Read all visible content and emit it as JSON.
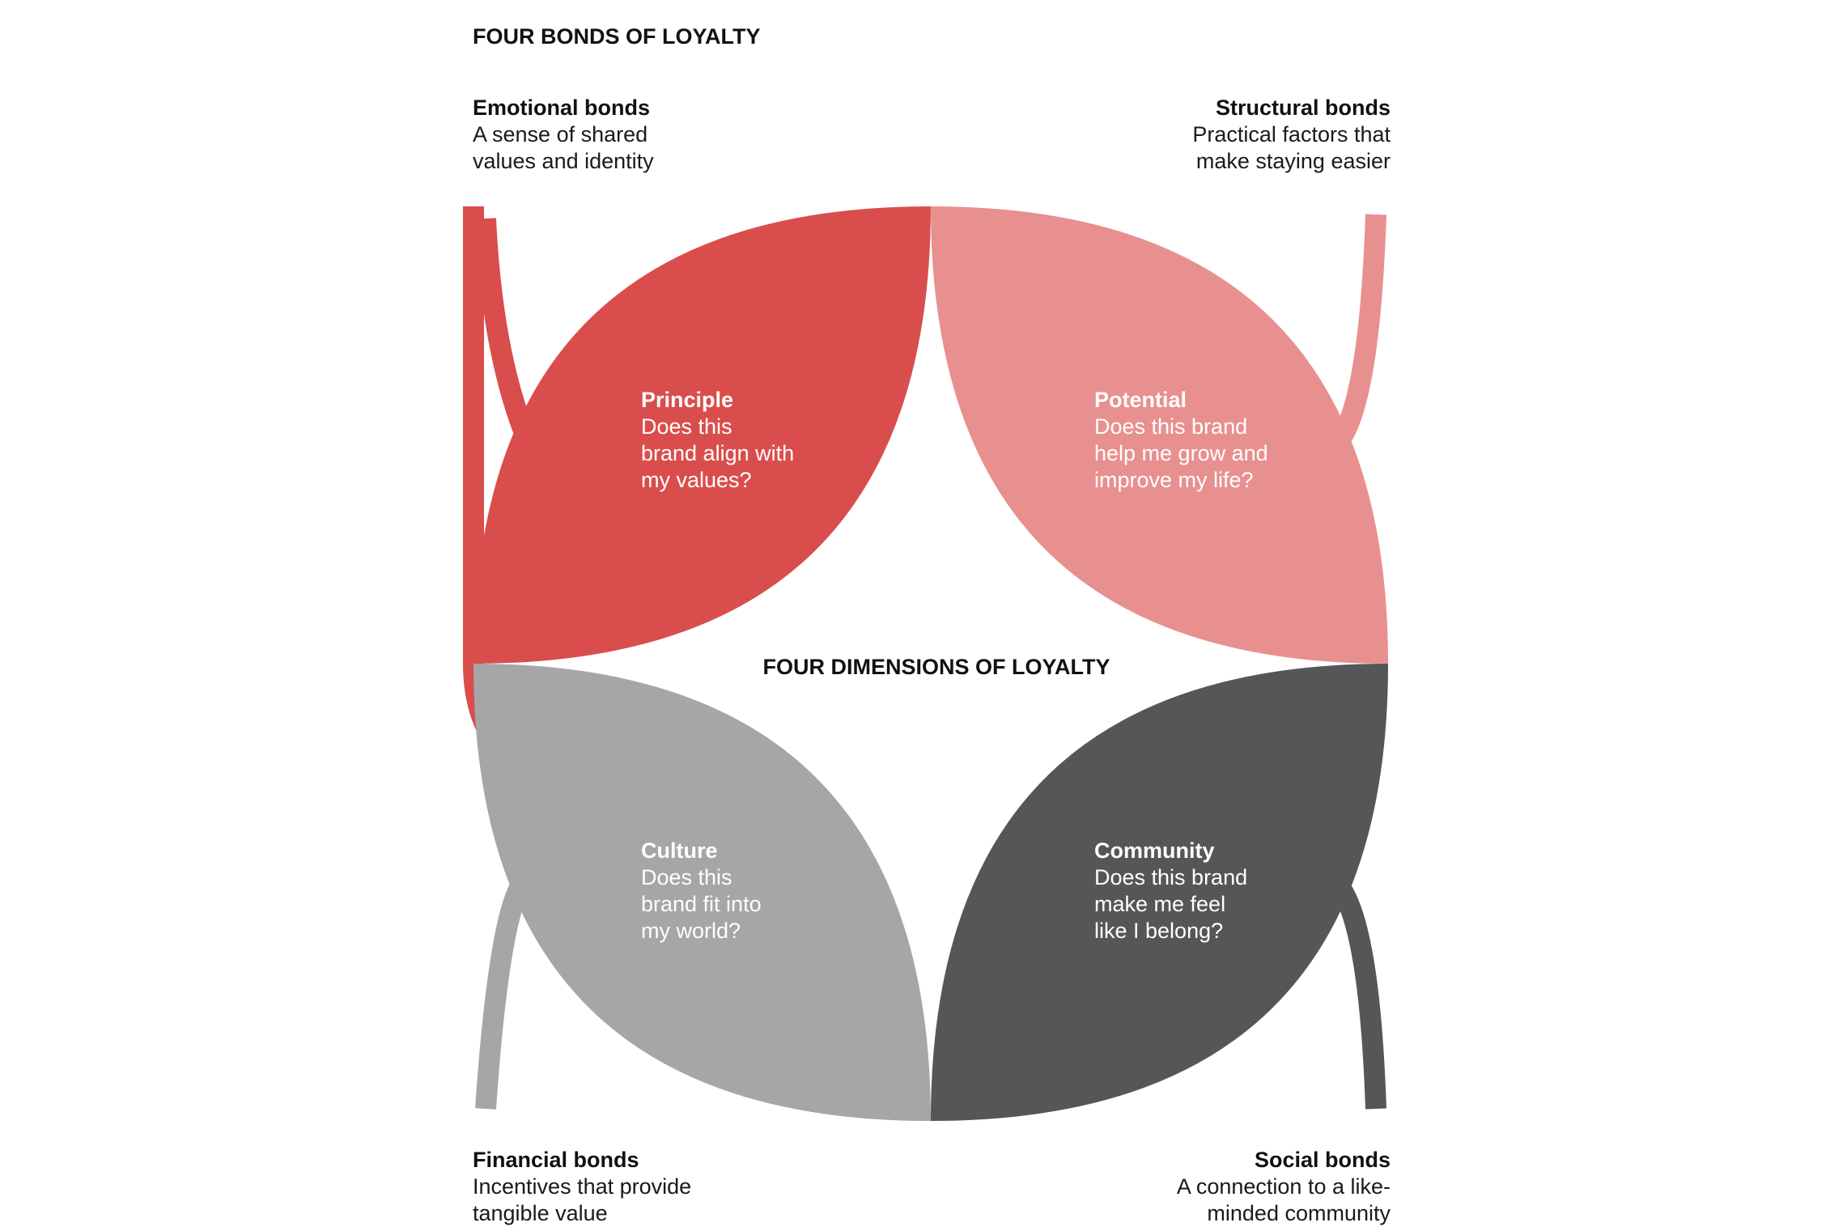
{
  "header": {
    "bonds_title": "FOUR BONDS OF LOYALTY"
  },
  "center": {
    "dimensions_title": "FOUR DIMENSIONS OF LOYALTY"
  },
  "bonds": {
    "emotional": {
      "title": "Emotional bonds",
      "lines": [
        "A sense of shared",
        "values and identity"
      ]
    },
    "structural": {
      "title": "Structural bonds",
      "lines": [
        "Practical factors that",
        "make staying easier"
      ]
    },
    "financial": {
      "title": "Financial bonds",
      "lines": [
        "Incentives that provide",
        "tangible value"
      ]
    },
    "social": {
      "title": "Social bonds",
      "lines": [
        "A connection to a like-",
        "minded community"
      ]
    }
  },
  "dimensions": {
    "principle": {
      "title": "Principle",
      "lines": [
        "Does this",
        "brand align with",
        "my values?"
      ]
    },
    "potential": {
      "title": "Potential",
      "lines": [
        "Does this brand",
        "help me grow and",
        "improve my life?"
      ]
    },
    "culture": {
      "title": "Culture",
      "lines": [
        "Does this",
        "brand fit into",
        "my world?"
      ]
    },
    "community": {
      "title": "Community",
      "lines": [
        "Does this brand",
        "make me feel",
        "like I belong?"
      ]
    }
  },
  "colors": {
    "principle": "#d94e4c",
    "potential": "#e8908f",
    "culture": "#a6a6a8",
    "community": "#555658"
  }
}
